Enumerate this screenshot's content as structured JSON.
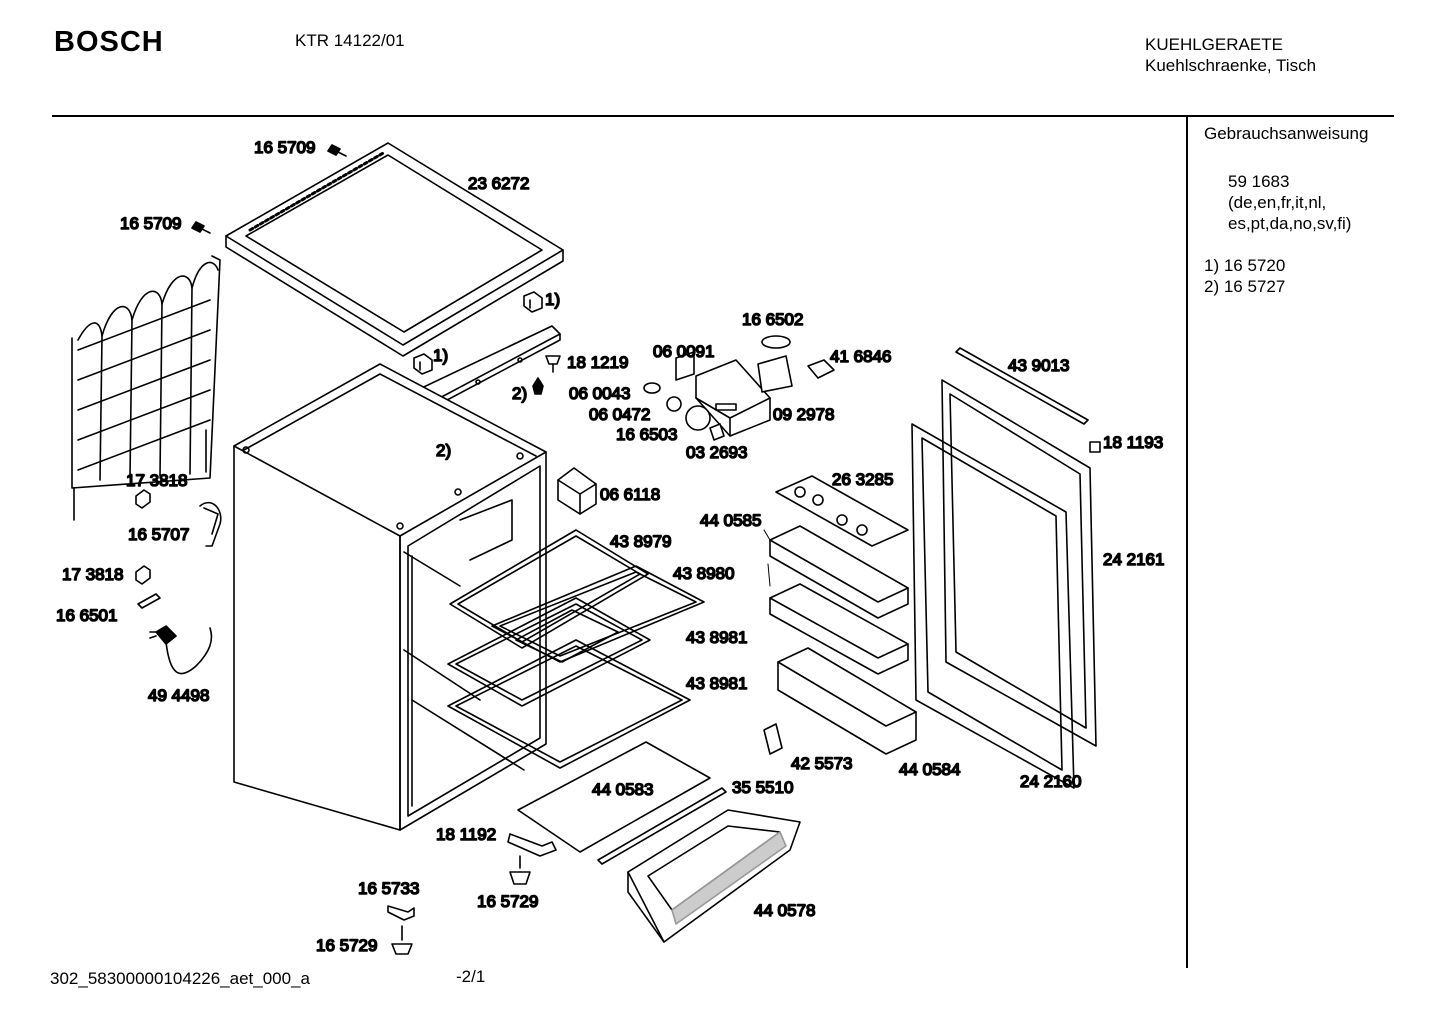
{
  "header": {
    "brand": "BOSCH",
    "model": "KTR 14122/01",
    "category_line1": "KUEHLGERAETE",
    "category_line2": "Kuehlschraenke, Tisch"
  },
  "sidebar": {
    "title": "Gebrauchsanweisung",
    "manual_number": "59 1683",
    "languages_line1": "(de,en,fr,it,nl,",
    "languages_line2": "es,pt,da,no,sv,fi)",
    "footnote1": "1)  16 5720",
    "footnote2": "2)  16 5727"
  },
  "footer": {
    "code": "302_58300000104226_aet_000_a",
    "page": "-2/1"
  },
  "parts": {
    "p165709a": "16 5709",
    "p236272": "23 6272",
    "p165709b": "16 5709",
    "fn1a": "1)",
    "fn1b": "1)",
    "fn2a": "2)",
    "fn2b": "2)",
    "p181219": "18 1219",
    "p166502": "16 6502",
    "p060091": "06 0091",
    "p416846": "41 6846",
    "p060043": "06 0043",
    "p060472": "06 0472",
    "p092978": "09 2978",
    "p166503": "16 6503",
    "p032693": "03 2693",
    "p439013": "43 9013",
    "p181193": "18 1193",
    "p173818a": "17 3818",
    "p165707": "16 5707",
    "p066118": "06 6118",
    "p263285": "26 3285",
    "p440585": "44 0585",
    "p438979": "43 8979",
    "p242161": "24 2161",
    "p173818b": "17 3818",
    "p438980": "43 8980",
    "p166501": "16 6501",
    "p438981a": "43 8981",
    "p438981b": "43 8981",
    "p494498": "49 4498",
    "p425573": "42 5573",
    "p440584": "44 0584",
    "p242160": "24 2160",
    "p440583": "44 0583",
    "p355510": "35 5510",
    "p181192": "18 1192",
    "p165733": "16 5733",
    "p165729a": "16 5729",
    "p440578": "44 0578",
    "p165729b": "16 5729"
  }
}
